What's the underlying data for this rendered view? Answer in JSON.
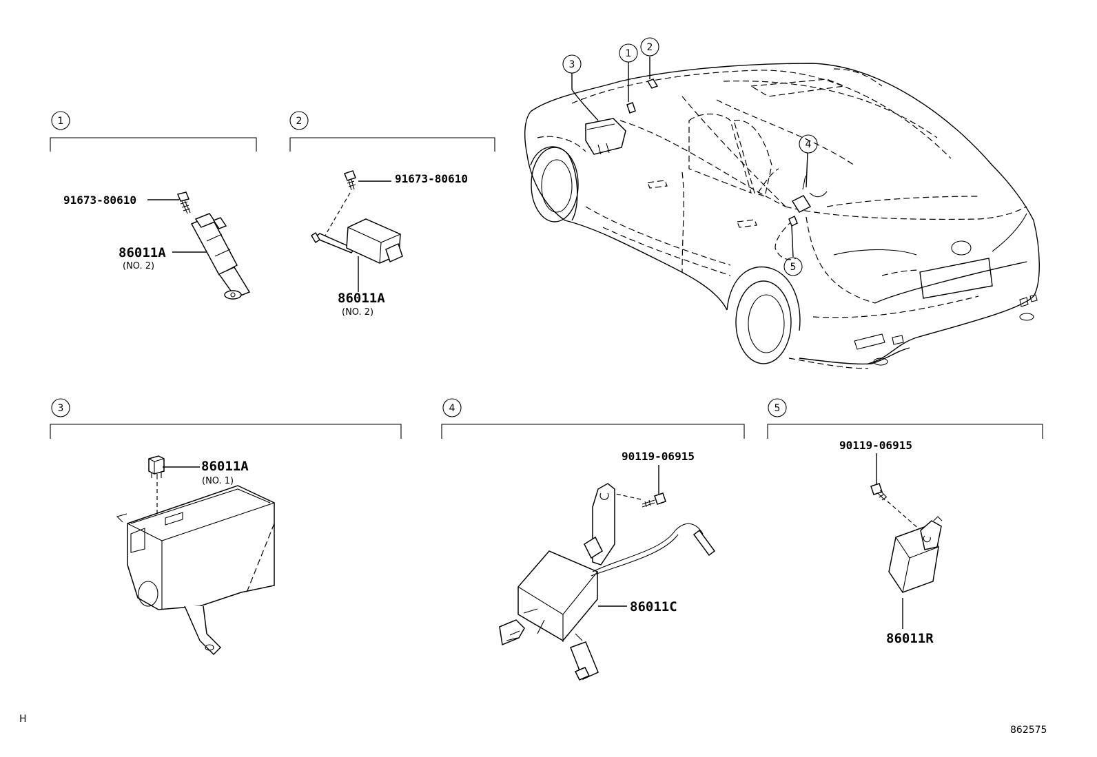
{
  "sections": [
    {
      "callout": "1",
      "parts": [
        {
          "number": "91673-80610"
        },
        {
          "number": "86011A",
          "note": "(NO. 2)"
        }
      ]
    },
    {
      "callout": "2",
      "parts": [
        {
          "number": "91673-80610"
        },
        {
          "number": "86011A",
          "note": "(NO. 2)"
        }
      ]
    },
    {
      "callout": "3",
      "parts": [
        {
          "number": "86011A",
          "note": "(NO. 1)"
        }
      ]
    },
    {
      "callout": "4",
      "parts": [
        {
          "number": "90119-06915"
        },
        {
          "number": "86011C"
        }
      ]
    },
    {
      "callout": "5",
      "parts": [
        {
          "number": "90119-06915"
        },
        {
          "number": "86011R"
        }
      ]
    }
  ],
  "vehicle_callouts": [
    "1",
    "2",
    "3",
    "4",
    "5"
  ],
  "footer": {
    "left_mark": "H",
    "illustration_number": "862575"
  }
}
